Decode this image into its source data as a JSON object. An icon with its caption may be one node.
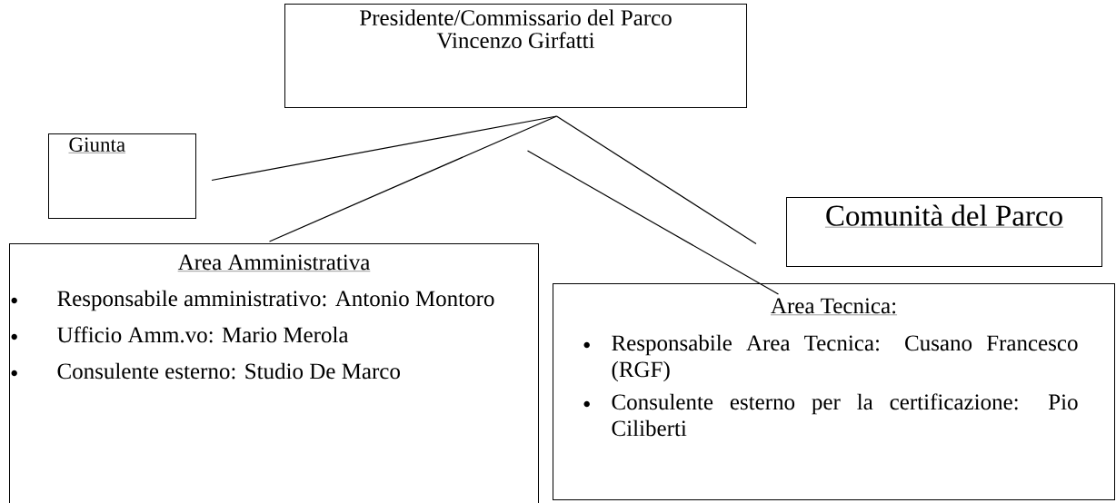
{
  "diagram": {
    "nodes": [
      {
        "text": [
          "Presidente/Commissario del Parco",
          "Vincenzo Girfatti"
        ]
      },
      {
        "text": [
          "Giunta"
        ]
      },
      {
        "text": [
          "Comunità del Parco"
        ]
      },
      {
        "text": [
          "Area Amministrativa",
          "Responsabile amministrativo: Antonio Montoro",
          "Ufficio Amm.vo: Mario Merola",
          "Consulente esterno: Studio De Marco"
        ]
      },
      {
        "text": [
          "Area Tecnica:",
          "Responsabile Area Tecnica: Cusano Francesco (RGF)",
          "Consulente esterno per la certificazione: Pio Ciliberti"
        ]
      }
    ],
    "edges": [
      {
        "from": 0,
        "to": 1,
        "arrow": "none"
      },
      {
        "from": 0,
        "to": 3,
        "arrow": "none"
      },
      {
        "from": 0,
        "to": 2,
        "arrow": "none"
      },
      {
        "from": 0,
        "to": 4,
        "arrow": "none"
      }
    ]
  }
}
